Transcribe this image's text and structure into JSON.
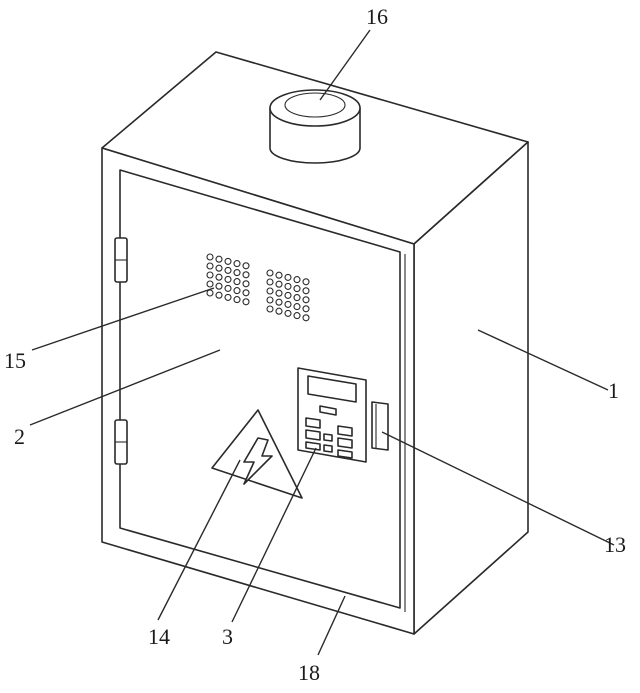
{
  "callouts": [
    {
      "id": "16"
    },
    {
      "id": "15"
    },
    {
      "id": "2"
    },
    {
      "id": "1"
    },
    {
      "id": "13"
    },
    {
      "id": "14"
    },
    {
      "id": "3"
    },
    {
      "id": "18"
    }
  ]
}
